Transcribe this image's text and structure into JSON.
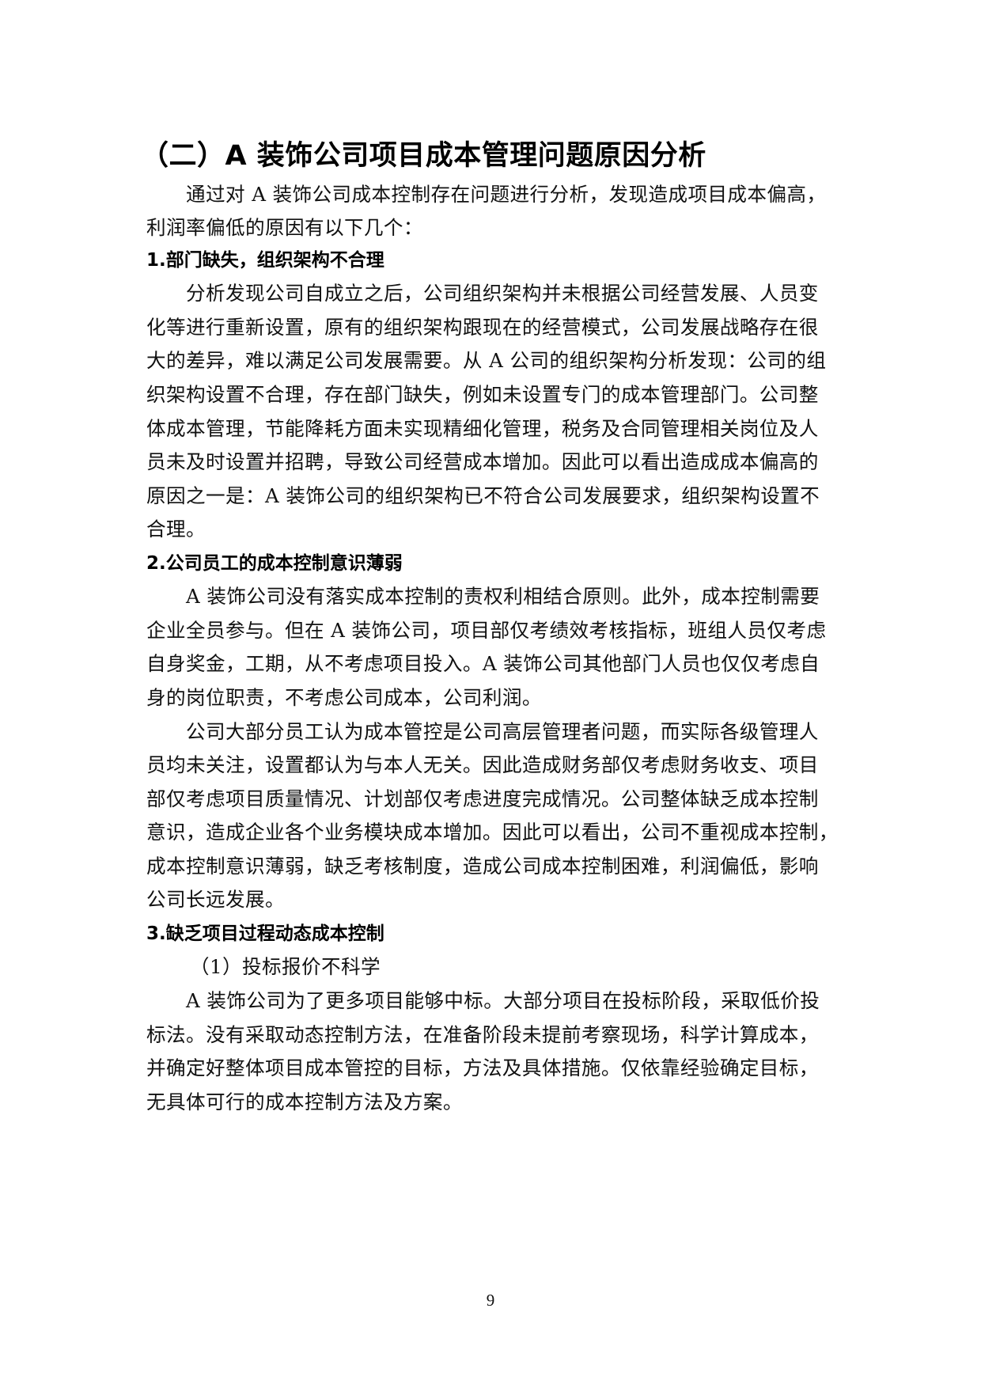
{
  "document": {
    "section_title": "（二）A 装饰公司项目成本管理问题原因分析",
    "intro": {
      "lines": [
        "通过对 A 装饰公司成本控制存在问题进行分析，发现造成项目成本偏高，",
        "利润率偏低的原因有以下几个："
      ]
    },
    "sections": [
      {
        "heading": "1.部门缺失，组织架构不合理",
        "paragraphs": [
          {
            "lines": [
              "分析发现公司自成立之后，公司组织架构并未根据公司经营发展、人员变",
              "化等进行重新设置，原有的组织架构跟现在的经营模式，公司发展战略存在很",
              "大的差异，难以满足公司发展需要。从 A 公司的组织架构分析发现：公司的组",
              "织架构设置不合理，存在部门缺失，例如未设置专门的成本管理部门。公司整",
              "体成本管理，节能降耗方面未实现精细化管理，税务及合同管理相关岗位及人",
              "员未及时设置并招聘，导致公司经营成本增加。因此可以看出造成成本偏高的",
              "原因之一是：A 装饰公司的组织架构已不符合公司发展要求，组织架构设置不",
              "合理。"
            ]
          }
        ]
      },
      {
        "heading": "2.公司员工的成本控制意识薄弱",
        "paragraphs": [
          {
            "lines": [
              "A 装饰公司没有落实成本控制的责权利相结合原则。此外，成本控制需要",
              "企业全员参与。但在 A 装饰公司，项目部仅考绩效考核指标，班组人员仅考虑",
              "自身奖金，工期，从不考虑项目投入。A 装饰公司其他部门人员也仅仅考虑自",
              "身的岗位职责，不考虑公司成本，公司利润。"
            ]
          },
          {
            "lines": [
              "公司大部分员工认为成本管控是公司高层管理者问题，而实际各级管理人",
              "员均未关注，设置都认为与本人无关。因此造成财务部仅考虑财务收支、项目",
              "部仅考虑项目质量情况、计划部仅考虑进度完成情况。公司整体缺乏成本控制",
              "意识，造成企业各个业务模块成本增加。因此可以看出，公司不重视成本控制，",
              "成本控制意识薄弱，缺乏考核制度，造成公司成本控制困难，利润偏低，影响",
              "公司长远发展。"
            ]
          }
        ]
      },
      {
        "heading": "3.缺乏项目过程动态成本控制",
        "subheading": "（1）投标报价不科学",
        "paragraphs": [
          {
            "lines": [
              "A 装饰公司为了更多项目能够中标。大部分项目在投标阶段，采取低价投",
              "标法。没有采取动态控制方法，在准备阶段未提前考察现场，科学计算成本，",
              "并确定好整体项目成本管控的目标，方法及具体措施。仅依靠经验确定目标，",
              "无具体可行的成本控制方法及方案。"
            ]
          }
        ]
      }
    ],
    "page_number": "9"
  }
}
